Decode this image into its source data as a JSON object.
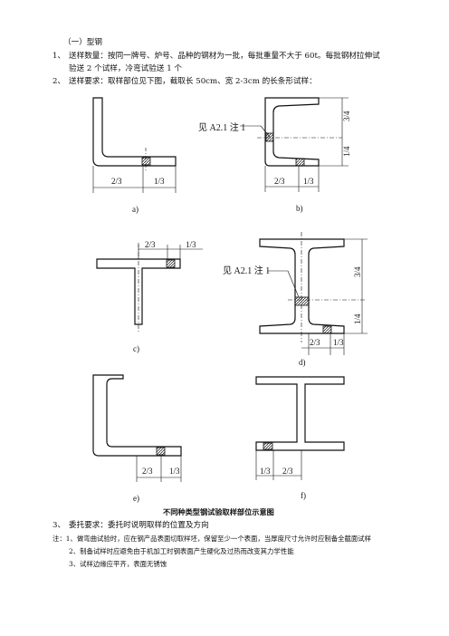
{
  "section_title": "（一）型钢",
  "items": [
    {
      "num": "1、",
      "line1": "送样数量：按同一牌号、炉号、品种的钢材为一批，每批重量不大于 60t。每批钢材拉伸试",
      "line2": "验送 2 个试样，冷弯试验送 1 个"
    },
    {
      "num": "2、",
      "line1": "送样要求：取样部位见下图，截取长 50cm、宽 2-3cm 的长条形试样："
    }
  ],
  "figures": {
    "a": {
      "label": "a)",
      "dim_left": "2/3",
      "dim_right": "1/3"
    },
    "b": {
      "label": "b)",
      "note": "见 A2.1 注 1",
      "dim_left": "2/3",
      "dim_right": "1/3",
      "dim_top": "3/4",
      "dim_bottom": "1/4"
    },
    "c": {
      "label": "c)",
      "dim_left": "2/3",
      "dim_right": "1/3"
    },
    "d": {
      "label": "d)",
      "note": "见 A2.1 注 1",
      "dim_left": "2/3",
      "dim_right": "1/3",
      "dim_top": "3/4",
      "dim_bottom": "1/4"
    },
    "e": {
      "label": "e)",
      "dim_left": "2/3",
      "dim_right": "1/3"
    },
    "f": {
      "label": "f)",
      "dim_left": "1/3",
      "dim_right": "2/3"
    }
  },
  "caption": "不同种类型钢试验取样部位示意图",
  "item3": {
    "num": "3、",
    "text": "委托要求：委托时说明取样的位置及方向"
  },
  "notes": [
    "注：1、做弯曲试验时，应在钢产品表面切取样坯，保留至少一个表面，当厚度尺寸允许时应制备全截面试样",
    "2、制备试样时应避免由于机加工时钢表面产生硬化及过热而改变其力学性能",
    "3、试样边缘应平齐，表面无锈蚀"
  ]
}
